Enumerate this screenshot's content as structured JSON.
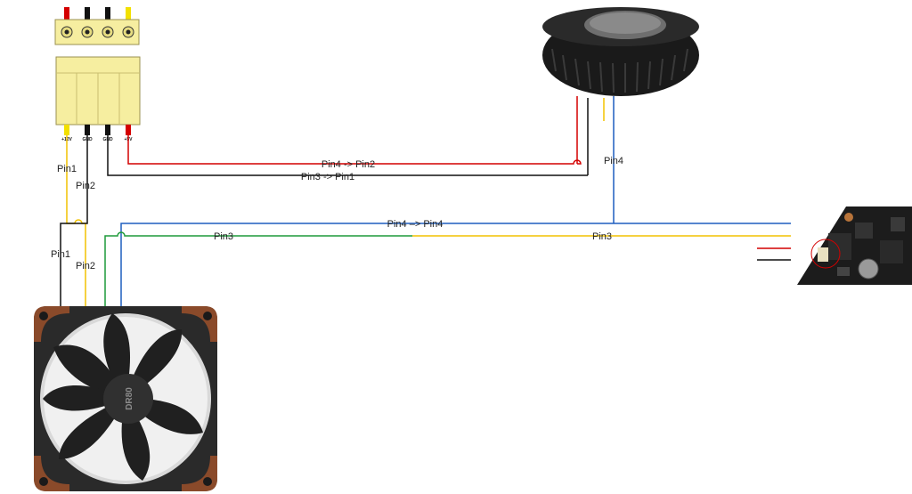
{
  "molex": {
    "pin_labels": [
      "+12V",
      "GND",
      "GND",
      "+5V"
    ]
  },
  "wire_labels": {
    "red_route": "Pin4 -> Pin2",
    "black_route": "Pin3 -> Pin1",
    "yellow_pin1": "Pin1",
    "yellow_pin2": "Pin2",
    "fan_pin1": "Pin1",
    "fan_pin2": "Pin2",
    "blower_pin4": "Pin4",
    "blue_route": "Pin4 –> Pin4",
    "green_pin3": "Pin3",
    "yellow_pin3": "Pin3"
  },
  "fan": {
    "hub_text": "DR80"
  },
  "colors": {
    "red": "#d40000",
    "black": "#111111",
    "yellow": "#f2c200",
    "blue": "#1f5fbf",
    "green": "#1e9a3a",
    "fan_frame": "#8a4a2a",
    "connector": "#f6eea0"
  },
  "icons": {
    "molex_connector": "molex-connector-icon",
    "blower_fan": "blower-fan-icon",
    "case_fan": "case-fan-icon",
    "motherboard": "motherboard-icon"
  }
}
